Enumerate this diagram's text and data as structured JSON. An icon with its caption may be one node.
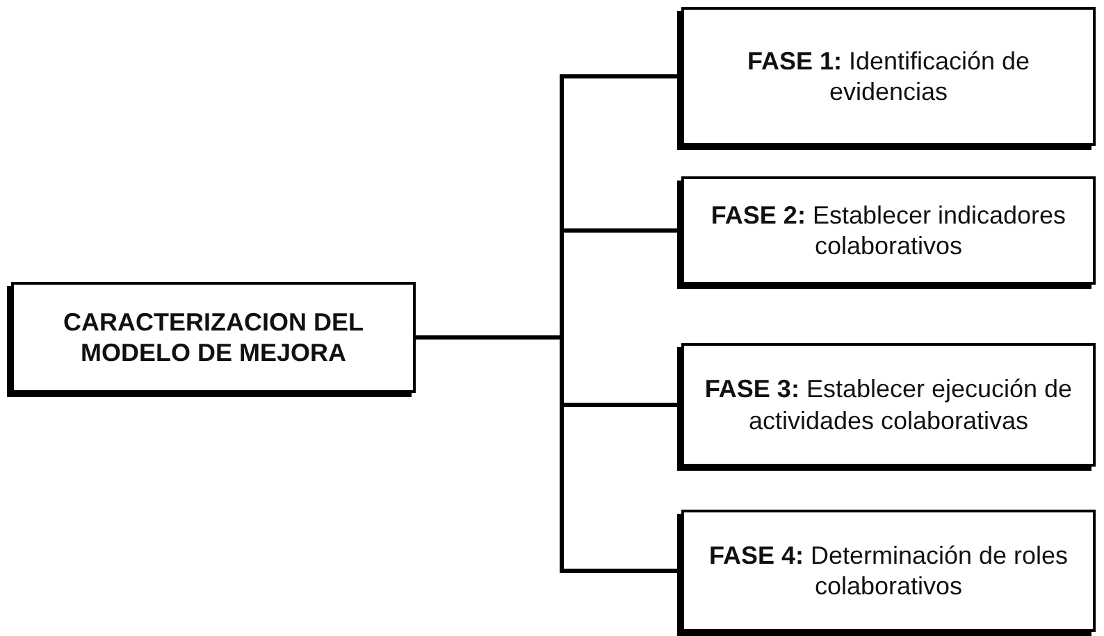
{
  "diagram": {
    "nodes": [
      {
        "text": [
          "CARACTERIZACION DEL MODELO DE MEJORA"
        ]
      },
      {
        "text": [
          "**FASE 1:** Identificación de evidencias"
        ]
      },
      {
        "text": [
          "**FASE 2:** Establecer indicadores colaborativos"
        ]
      },
      {
        "text": [
          "**FASE 3:** Establecer ejecución de actividades colaborativas"
        ]
      },
      {
        "text": [
          "**FASE 4:** Determinación de roles colaborativos"
        ]
      }
    ],
    "edges": [
      {
        "from": 0,
        "to": 1,
        "arrow": "none"
      },
      {
        "from": 0,
        "to": 2,
        "arrow": "none"
      },
      {
        "from": 0,
        "to": 3,
        "arrow": "none"
      },
      {
        "from": 0,
        "to": 4,
        "arrow": "none"
      }
    ]
  }
}
